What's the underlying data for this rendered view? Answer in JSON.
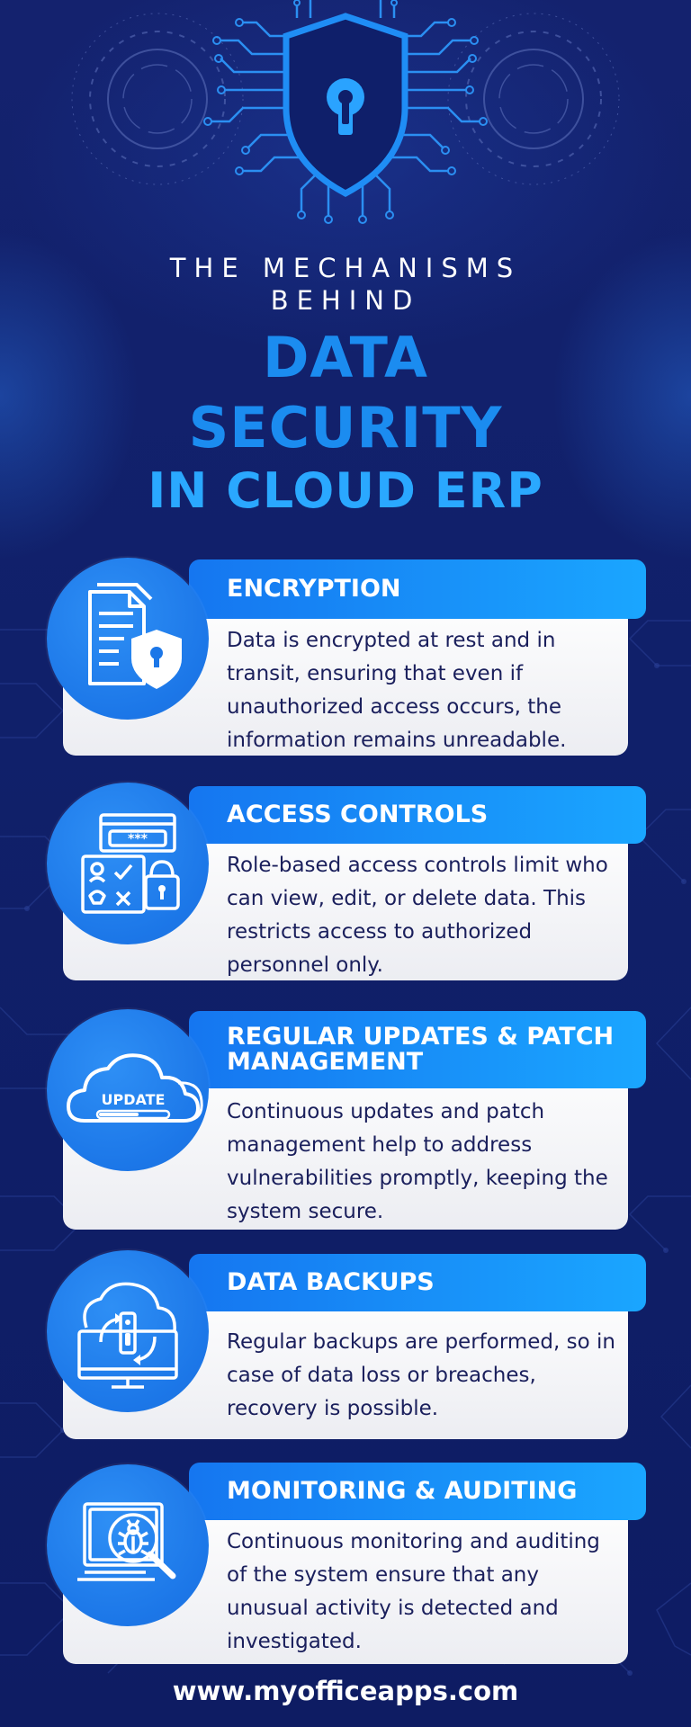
{
  "header": {
    "kicker_line1": "THE MECHANISMS",
    "kicker_line2": "BEHIND",
    "title_line1": "DATA",
    "title_line2": "SECURITY",
    "title_line3": "IN CLOUD ERP"
  },
  "mechanisms": [
    {
      "title": "ENCRYPTION",
      "icon": "encrypted-documents-icon",
      "description": "Data is encrypted at rest and in transit, ensuring that even if unauthorized access occurs, the information remains unreadable."
    },
    {
      "title": "ACCESS CONTROLS",
      "icon": "access-control-panel-icon",
      "icon_text": "***",
      "description": "Role-based access controls limit who can view, edit, or delete data. This restricts access to authorized personnel only."
    },
    {
      "title": "REGULAR UPDATES & PATCH MANAGEMENT",
      "icon": "cloud-update-icon",
      "icon_text": "UPDATE",
      "description": "Continuous updates and patch management help to address vulnerabilities promptly, keeping the system secure."
    },
    {
      "title": "DATA BACKUPS",
      "icon": "cloud-backup-icon",
      "description": "Regular backups are performed, so in case of data loss or breaches, recovery is possible."
    },
    {
      "title": "MONITORING & AUDITING",
      "icon": "bug-scan-monitor-icon",
      "description": "Continuous monitoring and auditing of the system ensure that any unusual activity is detected and investigated."
    }
  ],
  "footer": {
    "url": "www.myofficeapps.com"
  },
  "colors": {
    "background": "#10206a",
    "accent_blue": "#1b8cf0",
    "accent_light": "#2aa8ff",
    "card": "#f4f5f8",
    "body_text": "#1a1f5c"
  }
}
